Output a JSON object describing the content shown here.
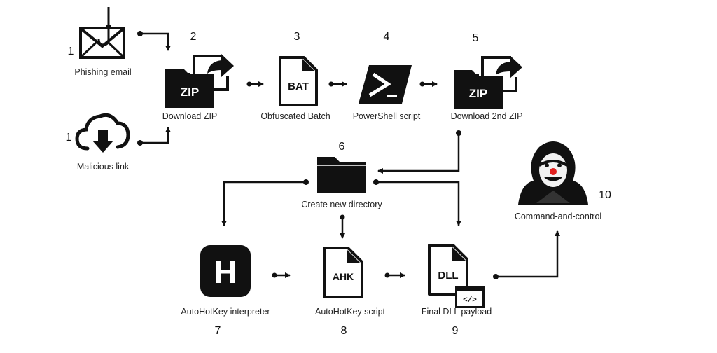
{
  "steps": [
    {
      "num": "1",
      "label": "Phishing email",
      "icon": "phishing-email-icon"
    },
    {
      "num": "1",
      "label": "Malicious link",
      "icon": "cloud-download-icon"
    },
    {
      "num": "2",
      "label": "Download ZIP",
      "icon": "zip-folder-icon",
      "icon_text": "ZIP"
    },
    {
      "num": "3",
      "label": "Obfuscated Batch",
      "icon": "bat-file-icon",
      "icon_text": "BAT"
    },
    {
      "num": "4",
      "label": "PowerShell script",
      "icon": "powershell-icon"
    },
    {
      "num": "5",
      "label": "Download 2nd ZIP",
      "icon": "zip-folder-icon",
      "icon_text": "ZIP"
    },
    {
      "num": "6",
      "label": "Create new directory",
      "icon": "folder-icon"
    },
    {
      "num": "7",
      "label": "AutoHotKey interpreter",
      "icon": "autohotkey-icon",
      "icon_text": "H"
    },
    {
      "num": "8",
      "label": "AutoHotKey script",
      "icon": "ahk-file-icon",
      "icon_text": "AHK"
    },
    {
      "num": "9",
      "label": "Final DLL payload",
      "icon": "dll-file-icon",
      "icon_text": "DLL",
      "badge_text": "</>"
    },
    {
      "num": "10",
      "label": "Command-and-control",
      "icon": "hacker-icon"
    }
  ],
  "colors": {
    "ink": "#111111",
    "label": "#222222",
    "accent": "#e0201f",
    "background": "#ffffff"
  }
}
